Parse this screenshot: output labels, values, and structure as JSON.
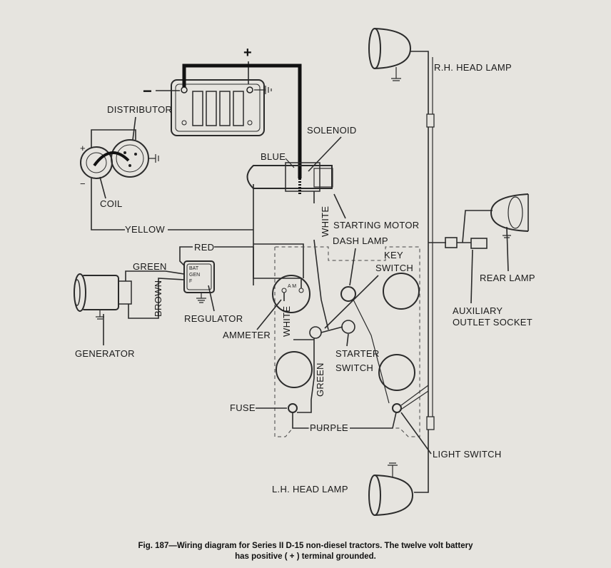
{
  "labels": {
    "battery_negative": "−",
    "battery_positive": "+",
    "coil_positive": "+",
    "coil_negative": "−",
    "distributor": "DISTRIBUTOR",
    "coil": "COIL",
    "solenoid": "SOLENOID",
    "blue": "BLUE",
    "white_motor": "WHITE",
    "starting_motor": "STARTING MOTOR",
    "yellow": "YELLOW",
    "red": "RED",
    "green_gen": "GREEN",
    "brown": "BROWN",
    "regulator": "REGULATOR",
    "reg_bat": "BAT",
    "reg_gen": "GEN",
    "reg_f": "F",
    "ammeter": "AMMETER",
    "ammeter_am": "A M",
    "white_ammeter": "WHITE",
    "generator": "GENERATOR",
    "dash_lamp": "DASH LAMP",
    "key_switch_1": "KEY",
    "key_switch_2": "SWITCH",
    "starter_switch_1": "STARTER",
    "starter_switch_2": "SWITCH",
    "green_dash": "GREEN",
    "fuse": "FUSE",
    "purple": "PURPLE",
    "light_switch": "LIGHT SWITCH",
    "lh_head_lamp": "L.H. HEAD LAMP",
    "rh_head_lamp": "R.H. HEAD LAMP",
    "rear_lamp": "REAR LAMP",
    "aux_1": "AUXILIARY",
    "aux_2": "OUTLET SOCKET"
  },
  "caption": {
    "line1": "Fig. 187—Wiring diagram for Series II D-15 non-diesel tractors. The twelve volt battery",
    "line2": "has positive ( + ) terminal grounded."
  }
}
